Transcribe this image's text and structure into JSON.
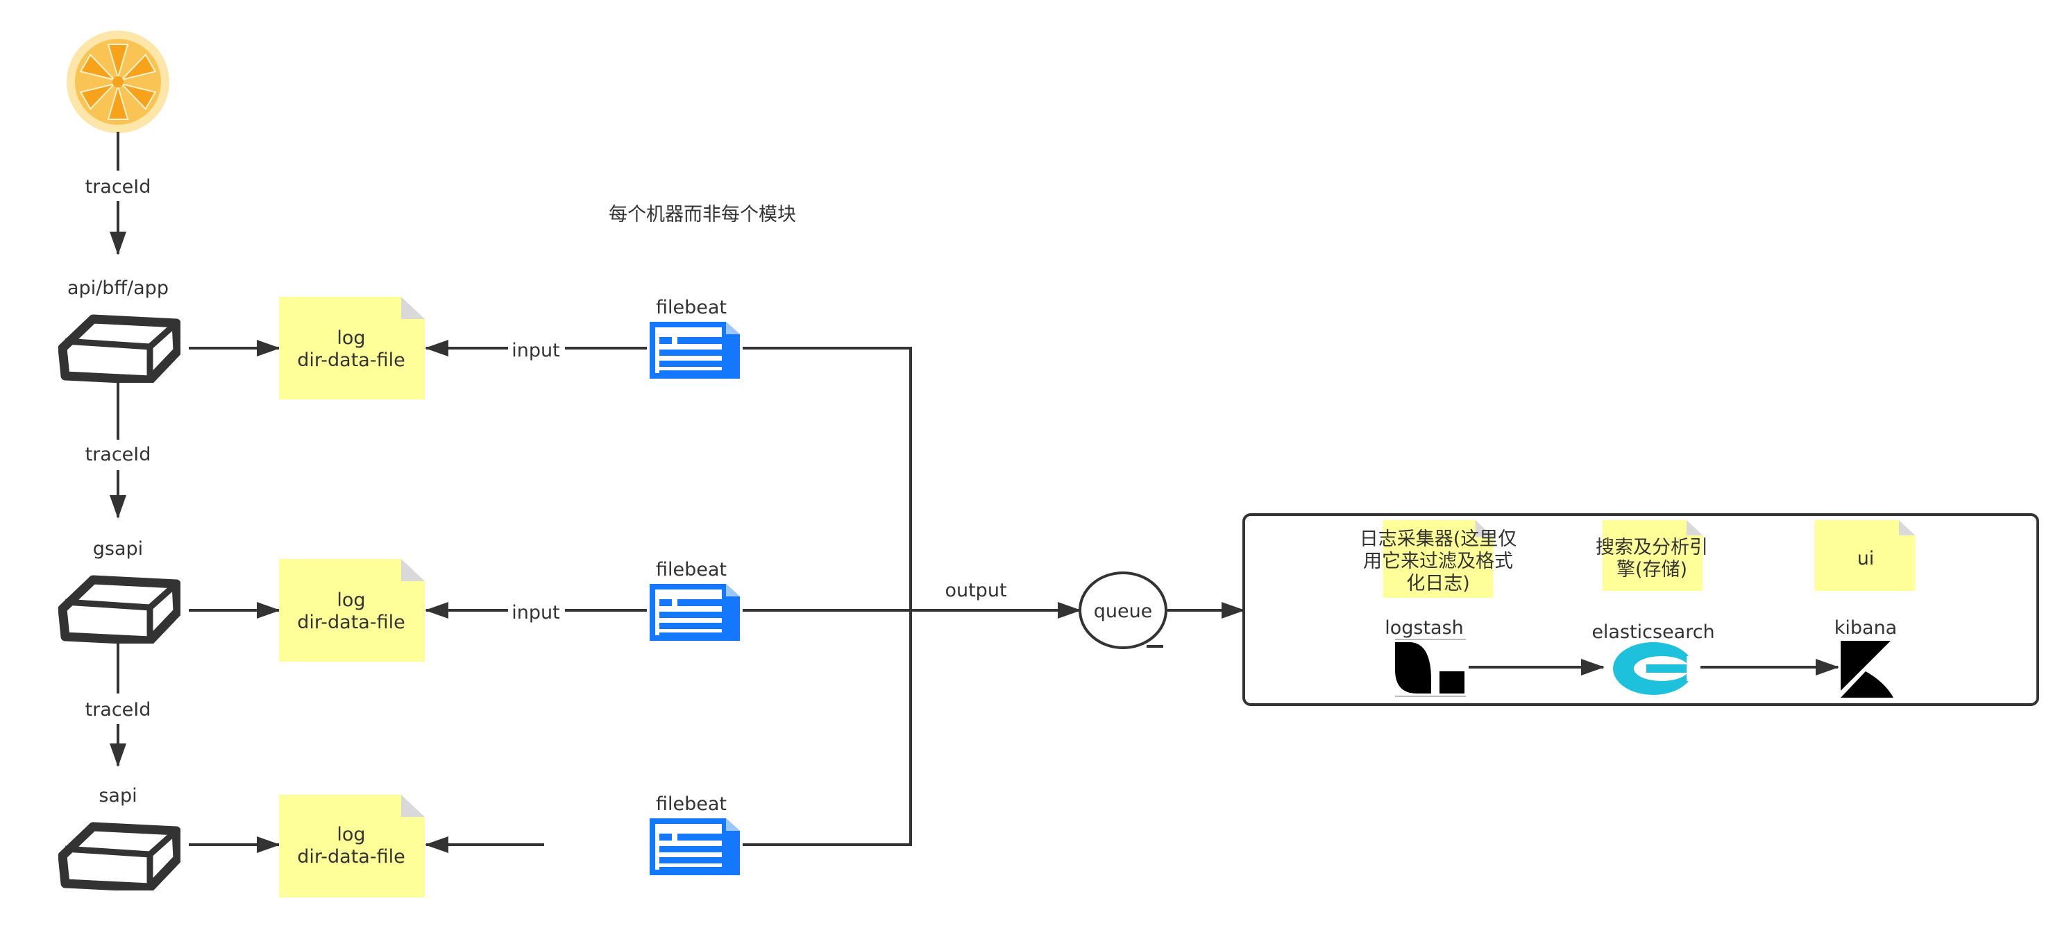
{
  "caption": "每个机器而非每个模块",
  "services": [
    {
      "name": "api/bff/app",
      "log_label_1": "log",
      "log_label_2": "dir-data-file"
    },
    {
      "name": "gsapi",
      "log_label_1": "log",
      "log_label_2": "dir-data-file"
    },
    {
      "name": "sapi",
      "log_label_1": "log",
      "log_label_2": "dir-data-file"
    }
  ],
  "trace_labels": [
    "traceId",
    "traceId",
    "traceId"
  ],
  "filebeats": [
    {
      "name": "filebeat",
      "edge_label": "input"
    },
    {
      "name": "filebeat",
      "edge_label": "input"
    },
    {
      "name": "filebeat",
      "edge_label": ""
    }
  ],
  "output_label": "output",
  "queue_label": "queue",
  "elk": {
    "logstash": {
      "name": "logstash",
      "note": [
        "日志采集器(这里仅",
        "用它来过滤及格式",
        "化日志)"
      ]
    },
    "elasticsearch": {
      "name": "elasticsearch",
      "note": [
        "搜索及分析引",
        "擎(存储)"
      ]
    },
    "kibana": {
      "name": "kibana",
      "note": [
        "ui"
      ]
    }
  },
  "colors": {
    "stroke": "#333333",
    "note_fill": "#ffff99",
    "note_fold": "#d9d9d9",
    "filebeat_blue": "#1478ff",
    "orange": "#f7a21b",
    "orange_light": "#fde6a8",
    "elastic_cyan": "#1ec1dc"
  },
  "icons": [
    "orange-slice-icon",
    "cube-icon",
    "document-icon",
    "logstash-logo-icon",
    "elasticsearch-logo-icon",
    "kibana-logo-icon"
  ]
}
